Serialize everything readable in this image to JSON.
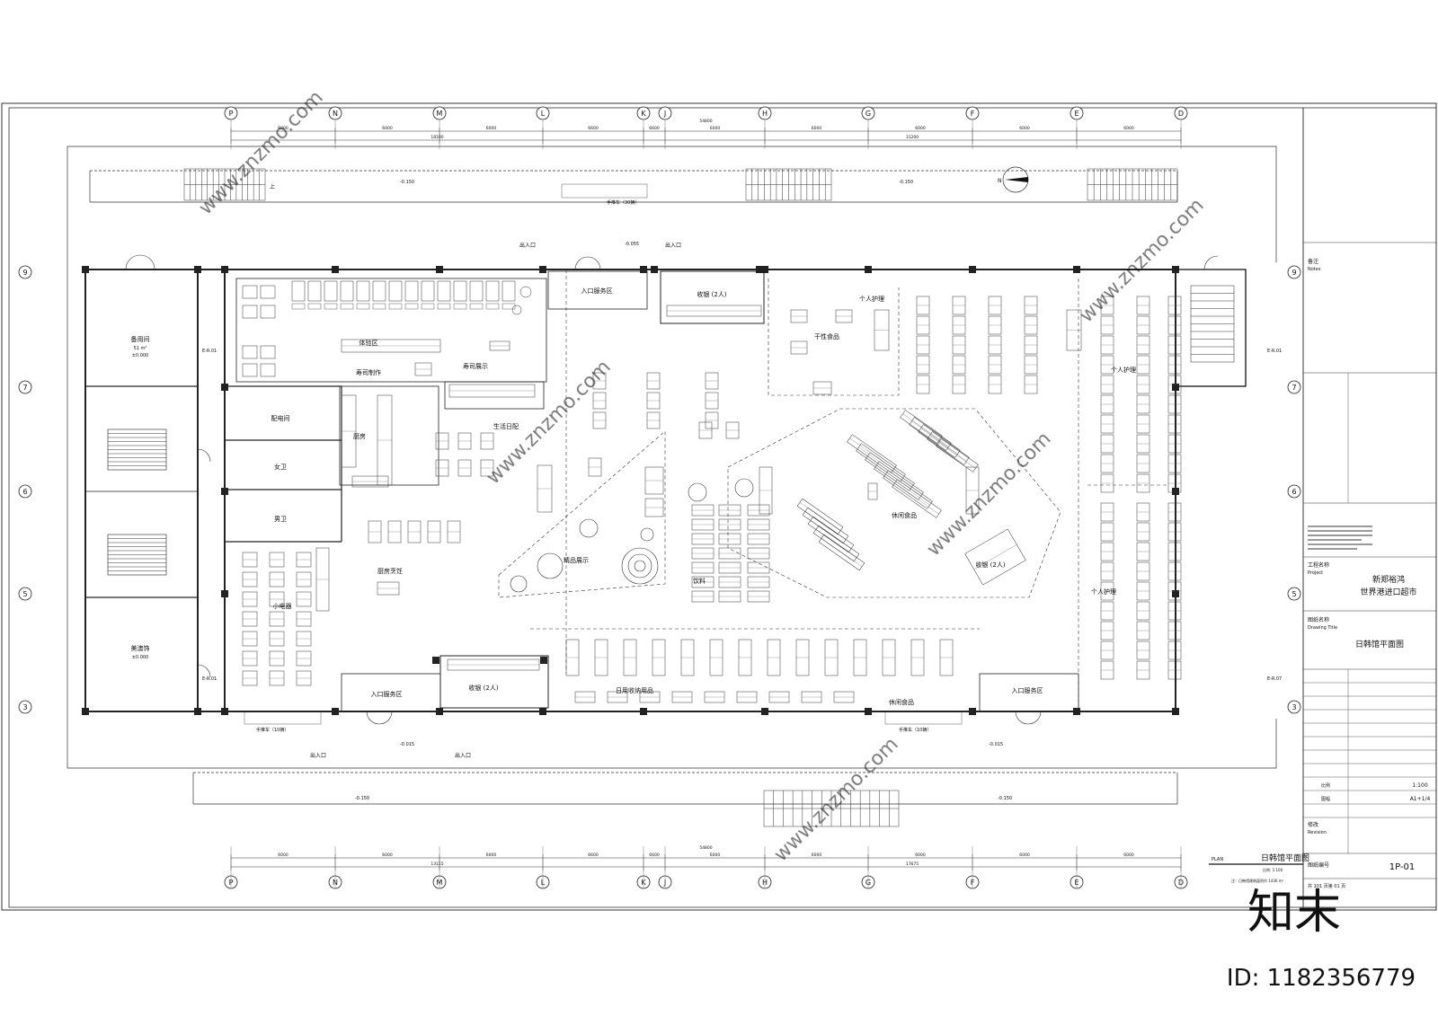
{
  "grid": {
    "columns": [
      "P",
      "N",
      "M",
      "L",
      "K",
      "J",
      "H",
      "G",
      "F",
      "E",
      "D"
    ],
    "rows": [
      "9",
      "7",
      "6",
      "5",
      "3"
    ]
  },
  "dimensions": {
    "top": [
      "6000",
      "6000",
      "6000",
      "6600",
      "6600",
      "6000",
      "6000",
      "6000",
      "6000",
      "6000"
    ],
    "top_totals": [
      "54800",
      "18100",
      "31200"
    ],
    "bottom": [
      "6000",
      "6000",
      "6000",
      "6600",
      "6600",
      "6000",
      "6000",
      "6000",
      "6000",
      "6000"
    ],
    "bottom_totals": [
      "54800",
      "13115",
      "17675"
    ]
  },
  "levels": {
    "top_left": "-0.150",
    "top_right": "-0.150",
    "top_center": "-0.055",
    "bottom_left": "-0.150",
    "bottom_right": "-0.150",
    "bottom_mid_left": "-0.015",
    "bottom_mid_right": "-0.015"
  },
  "section_marks": {
    "left": "E-R.01",
    "right": "E-R.01",
    "bottom_left": "E-R.01",
    "bottom_right": "E-R.07"
  },
  "exits": {
    "top_left": "出入口",
    "top_right": "出入口",
    "bottom_left": "出入口",
    "bottom_right": "出入口"
  },
  "stairs": {
    "up": "上",
    "handrail_top": "手推车（30辆）",
    "handrail_bl": "手推车（10辆）",
    "handrail_br": "手推车（10辆）"
  },
  "rooms": {
    "spare": "备用间",
    "spare_area": "51 m²",
    "spare_level": "±0.000",
    "beauty": "美澳饰",
    "beauty_level": "±0.000",
    "tasting": "体验区",
    "sushi_make": "寿司制作",
    "sushi_show": "寿司展示",
    "distribution": "配电间",
    "kitchen": "厨房",
    "female_wc": "女卫",
    "male_wc": "男卫",
    "daily_delivery": "生活日配",
    "kitchen_cook": "厨房烹饪",
    "small_appliance": "小电器",
    "entrance_service_top": "入口服务区",
    "entrance_service_bl": "入口服务区",
    "entrance_service_br": "入口服务区",
    "checkout_top": "收银 (2人)",
    "checkout_bl": "收银 (2人)",
    "checkout_mid": "收银 (2人)",
    "personal_care_1": "个人护理",
    "personal_care_2": "个人护理",
    "personal_care_3": "个人护理",
    "dry_food": "干性食品",
    "snack_food_mid": "休闲食品",
    "snack_food_bottom": "休闲食品",
    "boutique": "精品展示",
    "beverage": "饮料",
    "daily_storage": "日用收纳用品"
  },
  "title_block": {
    "notes_label": "备注",
    "notes_en": "Notes",
    "project_label": "工程名称",
    "project_en": "Project",
    "project_name_1": "新郑裕鸿",
    "project_name_2": "世界港进口超市",
    "drawing_title_label": "图纸名称",
    "drawing_title_en": "Drawing Title",
    "drawing_title": "日韩馆平面图",
    "scale_label": "比例",
    "scale": "1:100",
    "size_label": "图幅",
    "size": "A1+1/4",
    "revision_label": "修改",
    "revision_en": "Revision",
    "drawing_no_label": "图纸编号",
    "drawing_no": "1P-01",
    "sheets": "共 101 页第 01 页"
  },
  "plan_caption": {
    "plan_label": "PLAN",
    "title": "日韩馆平面图",
    "scale": "比例: 1:100",
    "note": "注：日韩馆建筑面积约 1436 m²"
  },
  "watermark": {
    "site": "www.znzmo.com",
    "brand": "知末",
    "id": "ID: 1182356779"
  }
}
